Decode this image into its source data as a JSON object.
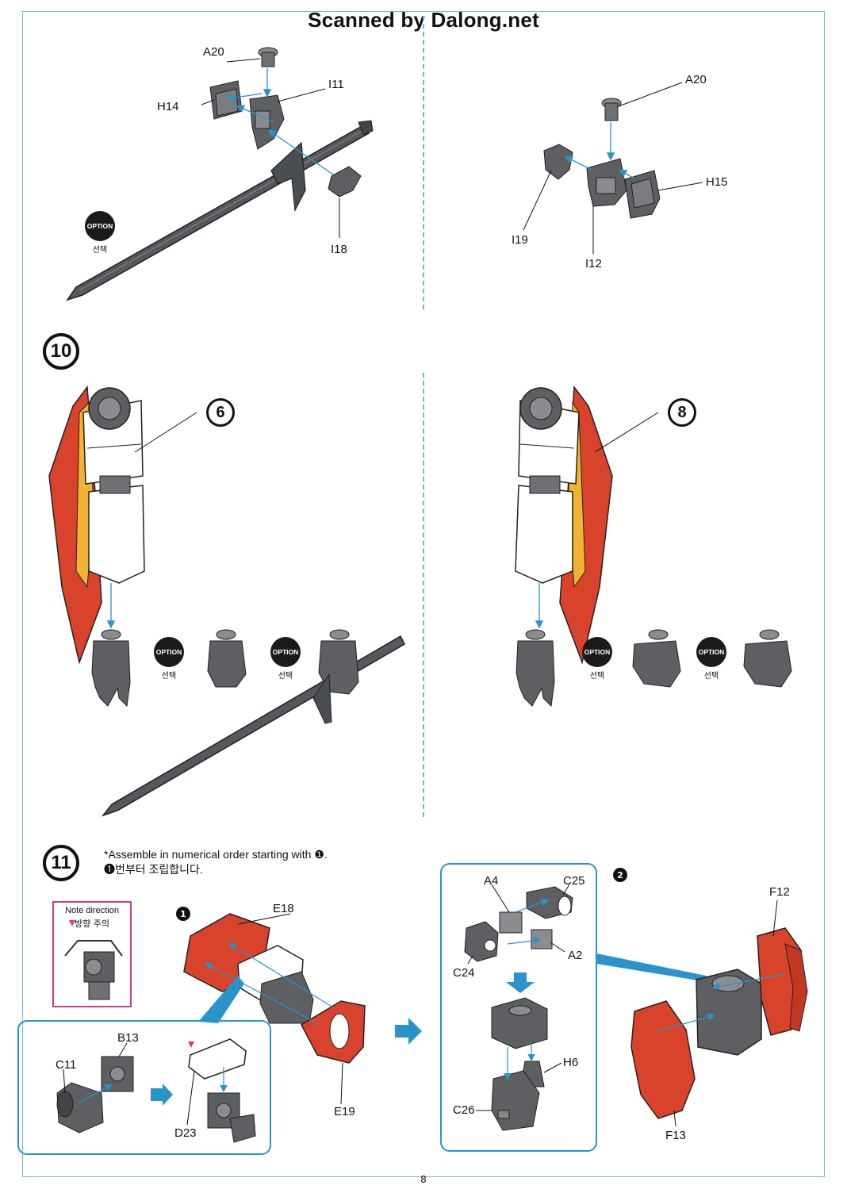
{
  "header": {
    "scan_credit": "Scanned by Dalong.net"
  },
  "page_number": "8",
  "option": {
    "label": "OPTION",
    "korean": "선택"
  },
  "steps": {
    "step10": {
      "number": "10",
      "sub_a": "6",
      "sub_b": "8"
    },
    "step11": {
      "number": "11",
      "instruction_en": "*Assemble in numerical order starting with ❶.",
      "instruction_kr": "❶번부터 조립합니다.",
      "sub1": "1",
      "sub2": "2",
      "note_en": "Note direction",
      "note_kr": "방향 주의"
    }
  },
  "parts": {
    "top_left": {
      "a20": "A20",
      "i11": "I11",
      "h14": "H14",
      "i18": "I18"
    },
    "top_right": {
      "a20": "A20",
      "h15": "H15",
      "i19": "I19",
      "i12": "I12"
    },
    "step11": {
      "e18": "E18",
      "e19": "E19",
      "b13": "B13",
      "c11": "C11",
      "d23": "D23",
      "a4": "A4",
      "c25": "C25",
      "a2": "A2",
      "c24": "C24",
      "h6": "H6",
      "c26": "C26",
      "f12": "F12",
      "f13": "F13"
    }
  },
  "colors": {
    "red": "#d9432b",
    "yellow": "#f2b233",
    "gray": "#5d5f63",
    "blue": "#2a93c9"
  }
}
